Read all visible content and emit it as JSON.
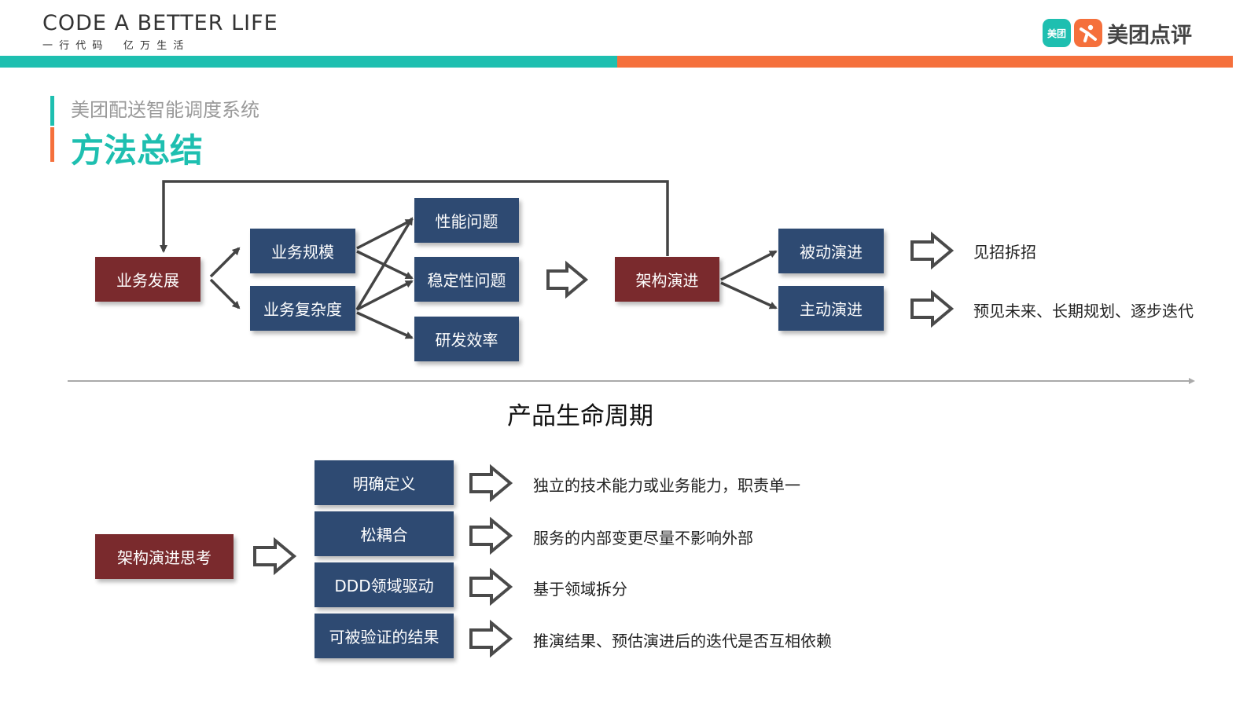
{
  "header": {
    "brand_main": "CODE A BETTER LIFE",
    "brand_sub": "一 行 代 码    亿 万 生 活",
    "logo_badge": "美团",
    "logo_text": "美团点评",
    "accent_teal": "#1ebfb0",
    "accent_orange": "#f5703c"
  },
  "title": {
    "subtitle": "美团配送智能调度系统",
    "main": "方法总结"
  },
  "flow": {
    "business_dev": "业务发展",
    "scale": "业务规模",
    "complexity": "业务复杂度",
    "performance": "性能问题",
    "stability": "稳定性问题",
    "efficiency": "研发效率",
    "arch_evolution": "架构演进",
    "passive": "被动演进",
    "active": "主动演进",
    "passive_desc": "见招拆招",
    "active_desc": "预见未来、长期规划、逐步迭代"
  },
  "axis_label": "产品生命周期",
  "thinking": {
    "root": "架构演进思考",
    "items": [
      {
        "label": "明确定义",
        "desc": "独立的技术能力或业务能力，职责单一"
      },
      {
        "label": "松耦合",
        "desc": "服务的内部变更尽量不影响外部"
      },
      {
        "label": "DDD领域驱动",
        "desc": "基于领域拆分"
      },
      {
        "label": "可被验证的结果",
        "desc": "推演结果、预估演进后的迭代是否互相依赖"
      }
    ]
  },
  "colors": {
    "red_box": "#7a2a2d",
    "blue_box": "#2e4a72"
  }
}
